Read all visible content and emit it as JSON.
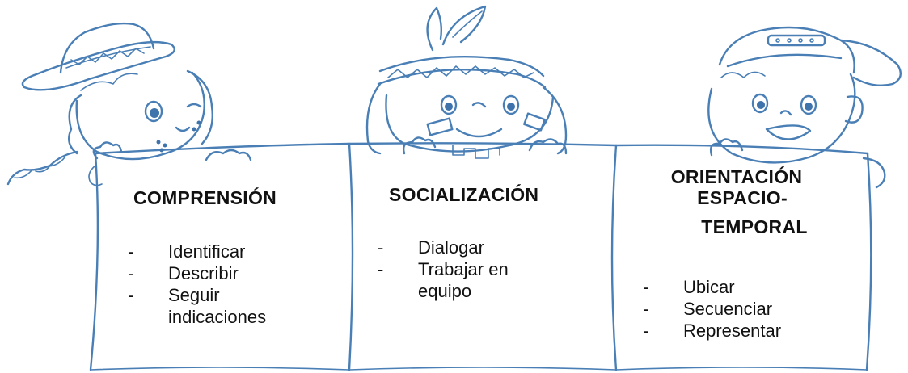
{
  "panels": [
    {
      "title": "COMPRENSIÓN",
      "items": [
        "Identificar",
        "Describir",
        "Seguir indicaciones"
      ]
    },
    {
      "title": "SOCIALIZACIÓN",
      "items": [
        "Dialogar",
        "Trabajar en equipo"
      ]
    },
    {
      "title_lines": [
        "ORIENTACIÓN",
        "ESPACIO-",
        "TEMPORAL"
      ],
      "items": [
        "Ubicar",
        "Secuenciar",
        "Representar"
      ]
    }
  ],
  "colors": {
    "line": "#4a7fb6",
    "text": "#111111"
  },
  "icons": [
    "girl-with-hat-illustration",
    "child-with-feather-illustration",
    "boy-with-cap-illustration"
  ]
}
